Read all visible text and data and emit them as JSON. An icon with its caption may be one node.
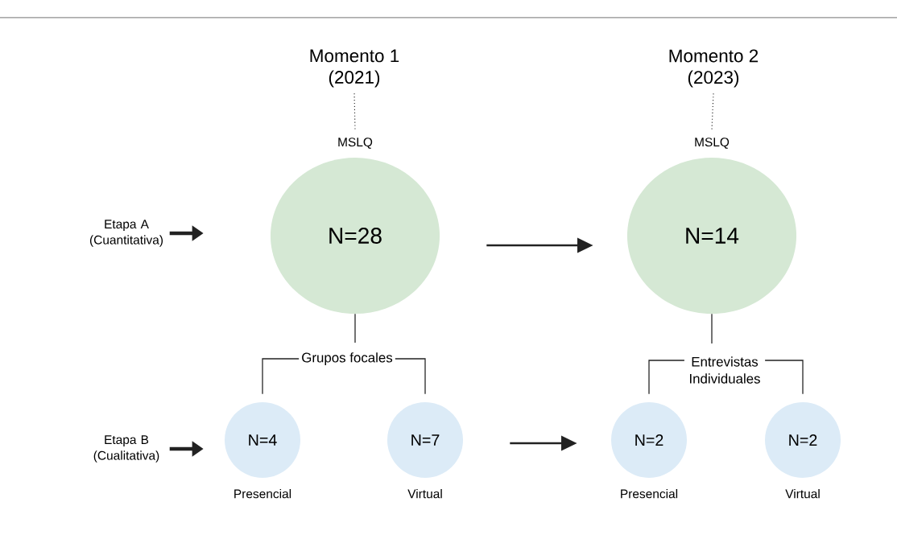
{
  "diagram": {
    "nodes": [
      {
        "text": [
          "Momento 1 (2021)"
        ]
      },
      {
        "text": [
          "MSLQ"
        ]
      },
      {
        "text": [
          "Momento 2 (2023)"
        ]
      },
      {
        "text": [
          "MSLQ"
        ]
      },
      {
        "text": [
          "Etapa A (Cuantitativa)"
        ]
      },
      {
        "text": [
          "N=28"
        ]
      },
      {
        "text": [
          "N=14"
        ]
      },
      {
        "text": [
          "Grupos focales"
        ]
      },
      {
        "text": [
          "N=4"
        ],
        "beside": [
          "Presencial"
        ]
      },
      {
        "text": [
          "N=7"
        ],
        "beside": [
          "Virtual"
        ]
      },
      {
        "text": [
          "Entrevistas Individuales"
        ]
      },
      {
        "text": [
          "N=2"
        ],
        "beside": [
          "Presencial"
        ]
      },
      {
        "text": [
          "N=2"
        ],
        "beside": [
          "Virtual"
        ]
      },
      {
        "text": [
          "Etapa B (Cualitativa)"
        ]
      }
    ],
    "edges": [
      {
        "from": 0,
        "to": 1,
        "arrow": "none",
        "style": "dashed"
      },
      {
        "from": 2,
        "to": 3,
        "arrow": "none",
        "style": "dashed"
      },
      {
        "from": 4,
        "to": null,
        "arrow": "to",
        "style": "thick"
      },
      {
        "from": 5,
        "to": 6,
        "arrow": "to"
      },
      {
        "from": 5,
        "to": 7,
        "arrow": "none"
      },
      {
        "from": 7,
        "to": 8,
        "arrow": "none"
      },
      {
        "from": 7,
        "to": 9,
        "arrow": "none"
      },
      {
        "from": 6,
        "to": 10,
        "arrow": "none"
      },
      {
        "from": 10,
        "to": 11,
        "arrow": "none"
      },
      {
        "from": 10,
        "to": 12,
        "arrow": "none"
      },
      {
        "from": 13,
        "to": null,
        "arrow": "to",
        "style": "thick"
      },
      {
        "from": 9,
        "to": 11,
        "arrow": "to"
      }
    ]
  }
}
